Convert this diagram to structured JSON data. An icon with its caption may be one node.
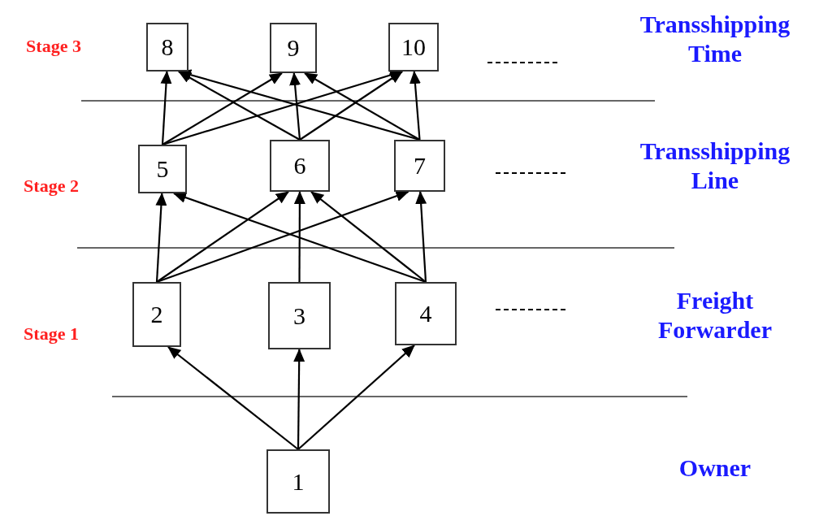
{
  "diagram": {
    "nodes": [
      {
        "text": [
          "8"
        ]
      },
      {
        "text": [
          "9"
        ]
      },
      {
        "text": [
          "10"
        ]
      },
      {
        "text": [
          "5"
        ]
      },
      {
        "text": [
          "6"
        ]
      },
      {
        "text": [
          "7"
        ]
      },
      {
        "text": [
          "2"
        ]
      },
      {
        "text": [
          "3"
        ]
      },
      {
        "text": [
          "4"
        ]
      },
      {
        "text": [
          "1"
        ]
      }
    ],
    "edges": [
      {
        "from": 9,
        "to": 6,
        "arrow": "to"
      },
      {
        "from": 9,
        "to": 7,
        "arrow": "to"
      },
      {
        "from": 9,
        "to": 8,
        "arrow": "to"
      },
      {
        "from": 6,
        "to": 3,
        "arrow": "to"
      },
      {
        "from": 6,
        "to": 4,
        "arrow": "to"
      },
      {
        "from": 6,
        "to": 5,
        "arrow": "to"
      },
      {
        "from": 7,
        "to": 4,
        "arrow": "to"
      },
      {
        "from": 8,
        "to": 3,
        "arrow": "to"
      },
      {
        "from": 8,
        "to": 4,
        "arrow": "to"
      },
      {
        "from": 8,
        "to": 5,
        "arrow": "to"
      },
      {
        "from": 3,
        "to": 0,
        "arrow": "to"
      },
      {
        "from": 3,
        "to": 1,
        "arrow": "to"
      },
      {
        "from": 3,
        "to": 2,
        "arrow": "to"
      },
      {
        "from": 4,
        "to": 0,
        "arrow": "to"
      },
      {
        "from": 4,
        "to": 1,
        "arrow": "to"
      },
      {
        "from": 4,
        "to": 2,
        "arrow": "to"
      },
      {
        "from": 5,
        "to": 0,
        "arrow": "to"
      },
      {
        "from": 5,
        "to": 1,
        "arrow": "to"
      },
      {
        "from": 5,
        "to": 2,
        "arrow": "to"
      }
    ],
    "labels": [
      "Stage 3",
      "Transshipping Time",
      "Stage 2",
      "Transshipping Line",
      "Stage 1",
      "Freight Forwarder",
      "Owner"
    ]
  }
}
